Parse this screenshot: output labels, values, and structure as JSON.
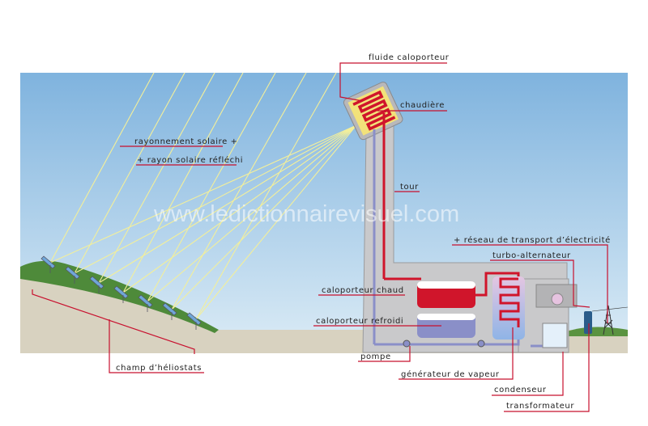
{
  "watermark": "www.ledictionnairevisuel.com",
  "labels": {
    "fluid": "fluide caloporteur",
    "boiler": "chaudière",
    "solar_radiation": "rayonnement solaire +",
    "reflected_ray": "+ rayon solaire réfléchi",
    "tower": "tour",
    "grid": "+ réseau de transport d’électricité",
    "turbo": "turbo-alternateur",
    "hot_fluid": "caloporteur chaud",
    "cold_fluid": "caloporteur refroidi",
    "pump": "pompe",
    "heliostat_field": "champ d’héliostats",
    "steam_generator": "générateur de vapeur",
    "condenser": "condenseur",
    "transformer": "transformateur"
  },
  "colors": {
    "hot": "#d0152b",
    "cold": "#8a8fc8",
    "sky_top": "#7fb3de",
    "sky_bottom": "#dcecf6",
    "grass": "#4e8a3a"
  }
}
